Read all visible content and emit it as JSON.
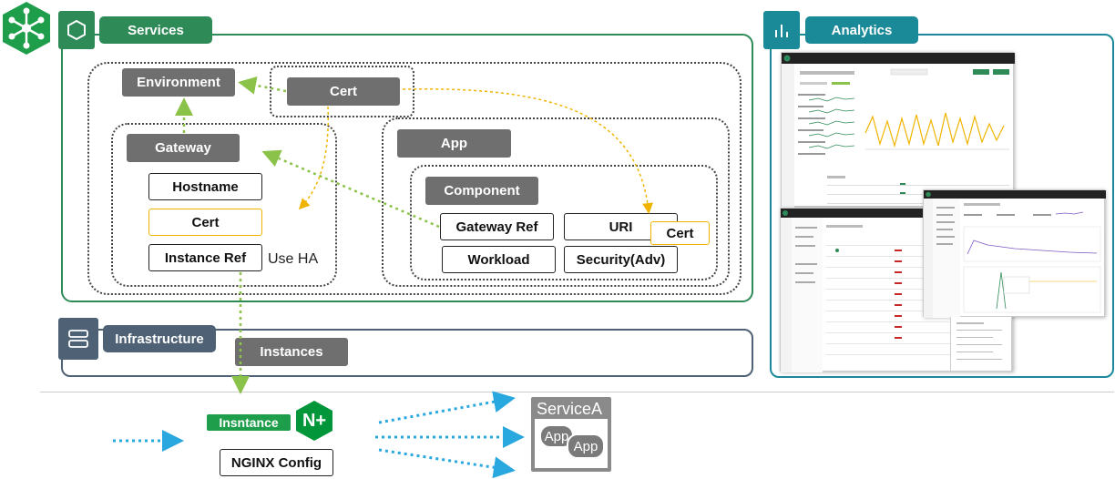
{
  "services": {
    "label": "Services",
    "environment": "Environment",
    "cert_env": "Cert",
    "gateway": "Gateway",
    "hostname": "Hostname",
    "cert_gw": "Cert",
    "instance_ref": "Instance Ref",
    "use_ha": "Use HA",
    "app": "App",
    "component": "Component",
    "gateway_ref": "Gateway Ref",
    "uri": "URI",
    "cert_uri": "Cert",
    "workload": "Workload",
    "security": "Security(Adv)"
  },
  "analytics": {
    "label": "Analytics"
  },
  "infrastructure": {
    "label": "Infrastructure",
    "instances": "Instances"
  },
  "bottom": {
    "instance_label": "Insntance",
    "nginx_badge": "N+",
    "nginx_config": "NGINX Config",
    "service_a": "ServiceA",
    "app1": "App",
    "app2": "App"
  },
  "colors": {
    "green": "#2e8b57",
    "teal": "#1a8a99",
    "slate": "#4f6275",
    "grey": "#6f6f6f",
    "arrow_green": "#8bc34a",
    "arrow_yellow": "#f0b400",
    "arrow_blue": "#29a8e0"
  }
}
